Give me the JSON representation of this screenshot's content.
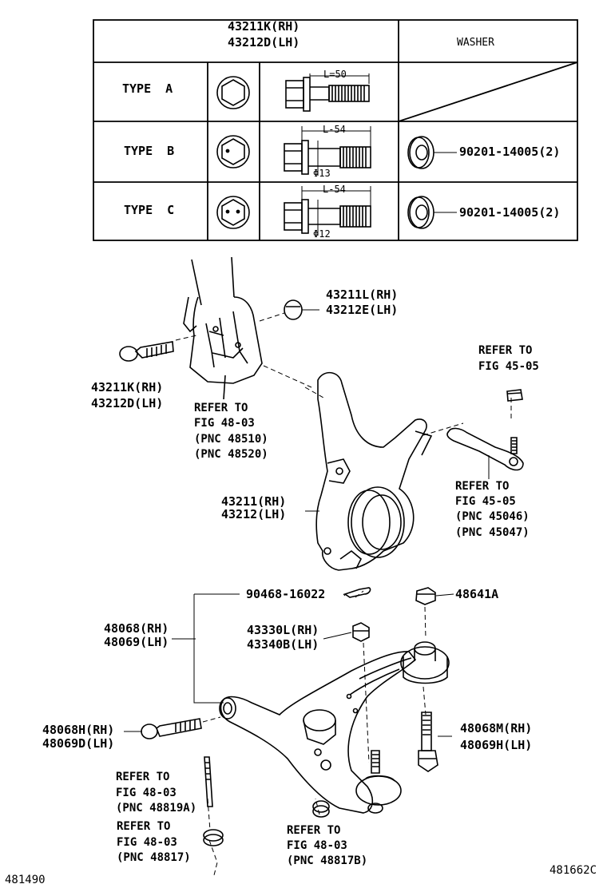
{
  "table": {
    "header_part": [
      "43211K(RH)",
      "43212D(LH)"
    ],
    "header_washer": "WASHER",
    "rows": [
      {
        "type": "TYPE  A",
        "length": "L=50",
        "dia": "",
        "washer": ""
      },
      {
        "type": "TYPE  B",
        "length": "L-54",
        "dia": "Φ13",
        "washer": "90201-14005(2)"
      },
      {
        "type": "TYPE  C",
        "length": "L-54",
        "dia": "Φ12",
        "washer": "90201-14005(2)"
      }
    ]
  },
  "labels": {
    "strut_bolt": [
      "43211K(RH)",
      "43212D(LH)"
    ],
    "nut_top": [
      "43211L(RH)",
      "43212E(LH)"
    ],
    "refer_strut": [
      "REFER TO",
      "FIG 48-03",
      "(PNC 48510)",
      "(PNC 48520)"
    ],
    "refer_tierod_top": [
      "REFER TO",
      "FIG 45-05"
    ],
    "refer_tierod": [
      "REFER TO",
      "FIG 45-05",
      "(PNC 45046)",
      "(PNC 45047)"
    ],
    "knuckle": [
      "43211(RH)",
      "43212(LH)"
    ],
    "cotter_pin": "90468-16022",
    "nut_balljoint": "48641A",
    "lower_arm": [
      "48068(RH)",
      "48069(LH)"
    ],
    "balljoint": [
      "43330L(RH)",
      "43340B(LH)"
    ],
    "arm_bolt_front": [
      "48068H(RH)",
      "48069D(LH)"
    ],
    "arm_bolt_rear": [
      "48068M(RH)",
      "48069H(LH)"
    ],
    "refer_stab_a": [
      "REFER TO",
      "FIG 48-03",
      "(PNC 48819A)"
    ],
    "refer_stab_b": [
      "REFER TO",
      "FIG 48-03",
      "(PNC 48817)"
    ],
    "refer_stab_c": [
      "REFER TO",
      "FIG 48-03",
      "(PNC 48817B)"
    ],
    "code_left": "481490",
    "code_right": "481662C"
  }
}
